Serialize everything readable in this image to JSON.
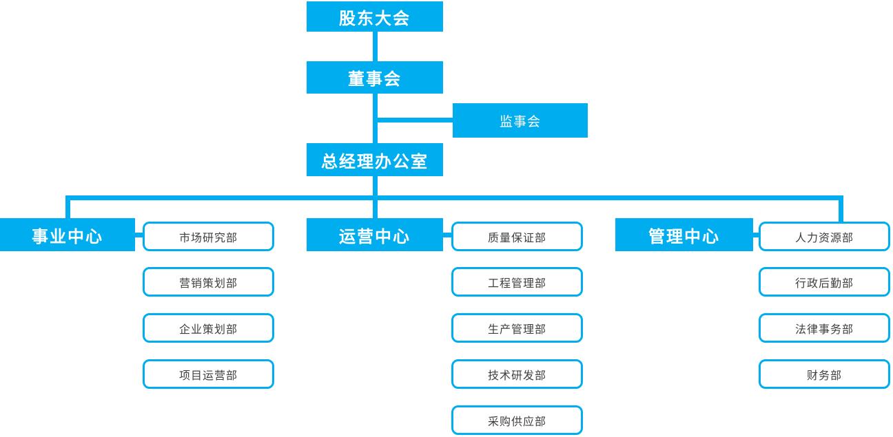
{
  "colors": {
    "accent": "#00aeef",
    "node_text": "#ffffff",
    "dept_text": "#3f3f3f",
    "background": "#ffffff"
  },
  "org": {
    "shareholders_meeting": "股东大会",
    "board_of_directors": "董事会",
    "supervisory_board": "监事会",
    "gm_office": "总经理办公室",
    "centers": [
      {
        "label": "事业中心",
        "departments": [
          "市场研究部",
          "营销策划部",
          "企业策划部",
          "项目运营部"
        ]
      },
      {
        "label": "运营中心",
        "departments": [
          "质量保证部",
          "工程管理部",
          "生产管理部",
          "技术研发部",
          "采购供应部"
        ]
      },
      {
        "label": "管理中心",
        "departments": [
          "人力资源部",
          "行政后勤部",
          "法律事务部",
          "财务部"
        ]
      }
    ]
  }
}
